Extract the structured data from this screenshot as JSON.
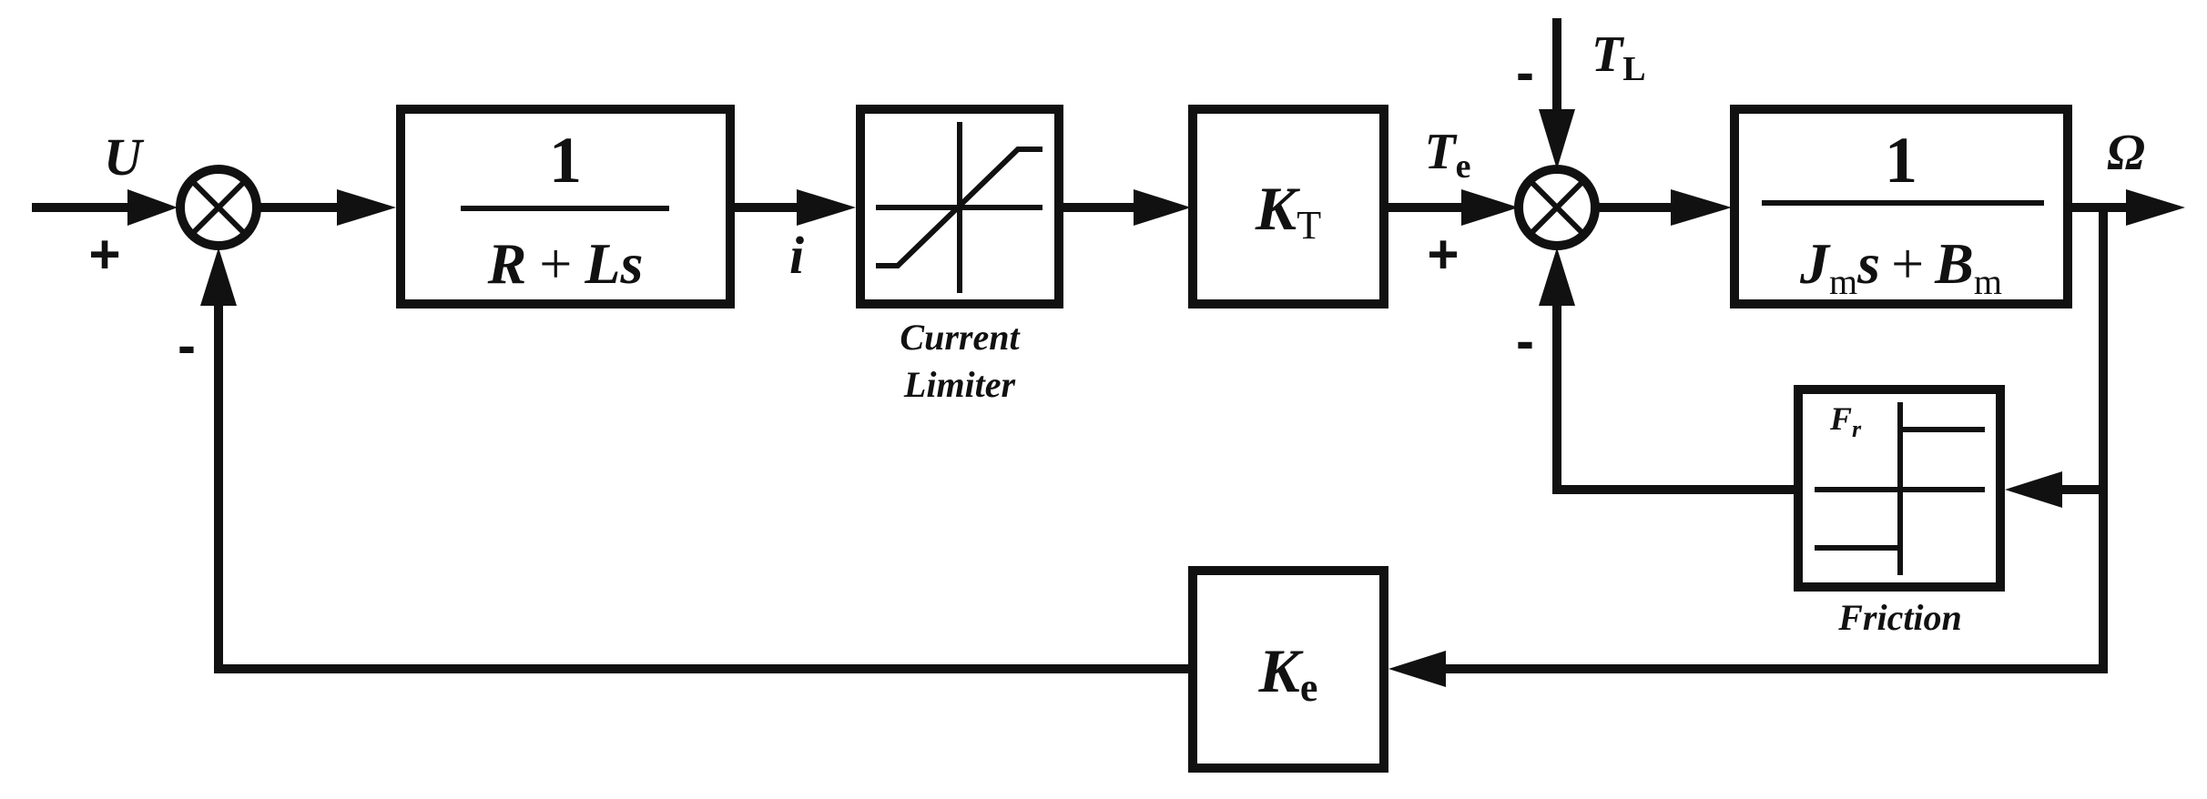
{
  "signals": {
    "input": "U",
    "current": "i",
    "torque_main": "T",
    "torque_sub": "e",
    "load_main": "T",
    "load_sub": "L",
    "output": "Ω"
  },
  "signs": {
    "sum1_in": "+",
    "sum1_fb": "-",
    "sum2_in": "+",
    "sum2_load": "-",
    "sum2_fb": "-"
  },
  "blocks": {
    "electrical": {
      "numerator": "1",
      "den_R": "R",
      "den_plus": "+",
      "den_Ls": "Ls"
    },
    "limiter": {
      "caption_line1": "Current",
      "caption_line2": "Limiter"
    },
    "torque_const": {
      "main": "K",
      "sub": "T"
    },
    "mechanical": {
      "numerator": "1",
      "J": "J",
      "J_sub": "m",
      "s": "s",
      "plus": "+",
      "B": "B",
      "B_sub": "m"
    },
    "friction": {
      "inner_main": "F",
      "inner_sub": "r",
      "caption": "Friction"
    },
    "back_emf": {
      "main": "K",
      "sub": "e"
    }
  }
}
